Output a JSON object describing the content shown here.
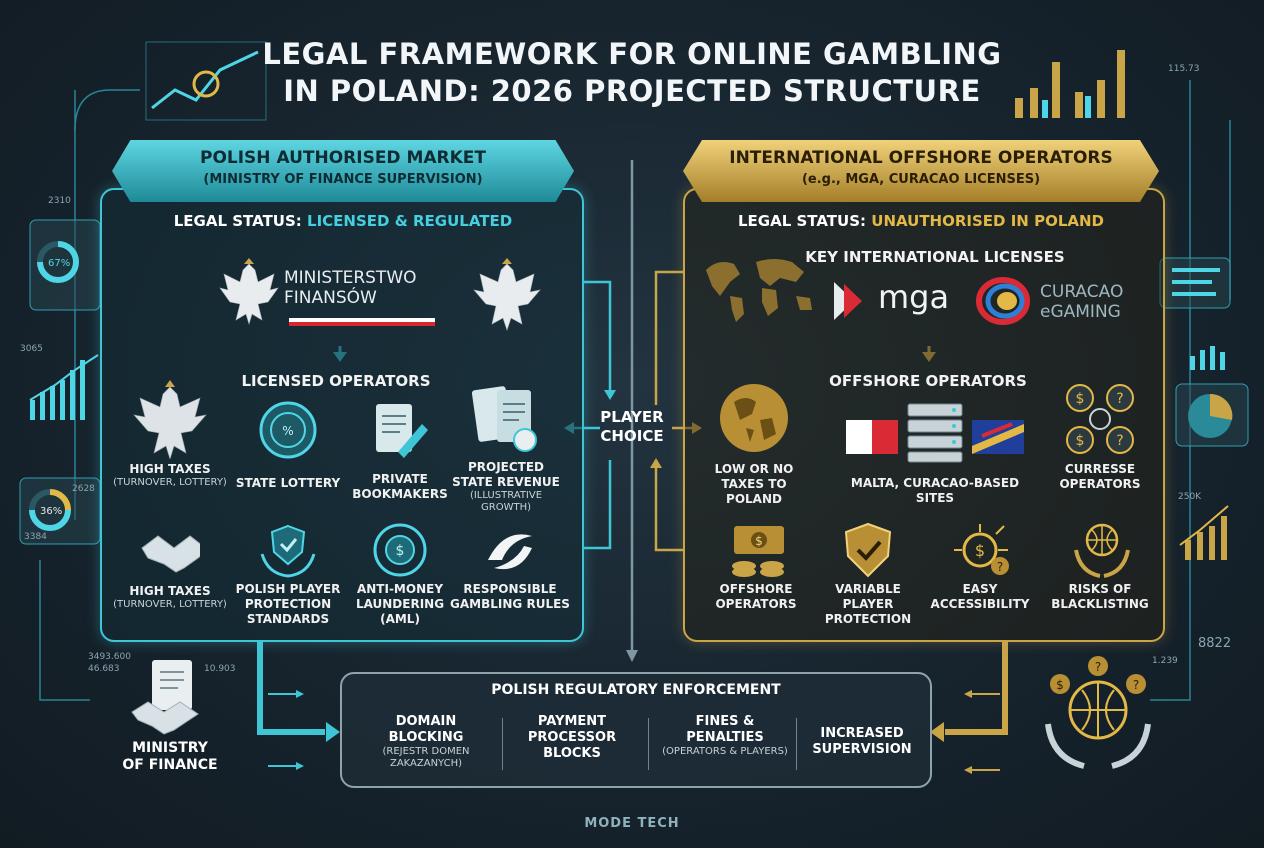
{
  "title": [
    "LEGAL FRAMEWORK FOR ONLINE GAMBLING",
    "IN POLAND: 2026 PROJECTED STRUCTURE"
  ],
  "left": {
    "banner": [
      "POLISH AUTHORISED MARKET",
      "(MINISTRY OF FINANCE SUPERVISION)"
    ],
    "status_label": "LEGAL STATUS:",
    "status_value": "LICENSED & REGULATED",
    "ministry_logo": [
      "MINISTERSTWO",
      "FINANSÓW"
    ],
    "operators_head": "LICENSED OPERATORS",
    "row1": [
      {
        "label": "HIGH TAXES",
        "sub": "(TURNOVER, LOTTERY)",
        "icon": "eagle-icon"
      },
      {
        "label": "STATE LOTTERY",
        "sub": "",
        "icon": "lottery-icon"
      },
      {
        "label": "PRIVATE BOOKMAKERS",
        "sub": "",
        "icon": "betslip-icon"
      },
      {
        "label": "PROJECTED STATE REVENUE",
        "sub": "(ILLUSTRATIVE GROWTH)",
        "icon": "tickets-icon"
      }
    ],
    "row2": [
      {
        "label": "HIGH TAXES",
        "sub": "(TURNOVER, LOTTERY)",
        "icon": "handshake-icon"
      },
      {
        "label": "POLISH PLAYER PROTECTION STANDARDS",
        "sub": "",
        "icon": "shield-hands-icon"
      },
      {
        "label": "ANTI-MONEY LAUNDERING (AML)",
        "sub": "",
        "icon": "aml-icon"
      },
      {
        "label": "RESPONSIBLE GAMBLING RULES",
        "sub": "",
        "icon": "rg-logo-icon"
      }
    ]
  },
  "right": {
    "banner": [
      "INTERNATIONAL OFFSHORE OPERATORS",
      "(e.g., MGA, CURACAO LICENSES)"
    ],
    "status_label": "LEGAL STATUS:",
    "status_value": "UNAUTHORISED IN POLAND",
    "licenses_head": "KEY INTERNATIONAL LICENSES",
    "mga": "mga",
    "curacao": [
      "CURACAO",
      "eGAMING"
    ],
    "operators_head": "OFFSHORE OPERATORS",
    "row1": [
      {
        "label": "LOW OR NO TAXES TO POLAND",
        "icon": "globe-icon"
      },
      {
        "label": "MALTA, CURACAO-BASED SITES",
        "icon": "servers-flags-icon"
      },
      {
        "label": "CURRESSE OPERATORS",
        "icon": "currency-exchange-icon"
      }
    ],
    "row2": [
      {
        "label": "OFFSHORE OPERATORS",
        "icon": "money-icon"
      },
      {
        "label": "VARIABLE PLAYER PROTECTION",
        "icon": "shield-check-icon"
      },
      {
        "label": "EASY ACCESSIBILITY",
        "icon": "coin-arrows-icon"
      },
      {
        "label": "RISKS OF BLACKLISTING",
        "icon": "globe-hands-icon"
      }
    ]
  },
  "center": {
    "choice": [
      "PLAYER",
      "CHOICE"
    ]
  },
  "enforcement": {
    "head": "POLISH REGULATORY ENFORCEMENT",
    "cols": [
      {
        "label": [
          "DOMAIN",
          "BLOCKING"
        ],
        "sub": [
          "(REJESTR DOMEN",
          "ZAKAZANYCH)"
        ]
      },
      {
        "label": [
          "PAYMENT",
          "PROCESSOR",
          "BLOCKS"
        ],
        "sub": []
      },
      {
        "label": [
          "FINES &",
          "PENALTIES"
        ],
        "sub": [
          "(OPERATORS & PLAYERS)"
        ]
      },
      {
        "label": [
          "INCREASED",
          "SUPERVISION"
        ],
        "sub": []
      }
    ]
  },
  "ministry": [
    "MINISTRY",
    "OF FINANCE"
  ],
  "footer": "MODE TECH",
  "deco": {
    "a": "2310",
    "b": "3065",
    "c": "67%",
    "d": "36%",
    "e": "115.73",
    "f": "250K",
    "g": "3493.600",
    "h": "46.683",
    "i": "10.903",
    "j": "1.239",
    "k": "8822",
    "l": "2628",
    "m": "3384"
  },
  "colors": {
    "cyan": "#3fc6d6",
    "gold": "#c9a548",
    "bg": "#16222c"
  }
}
